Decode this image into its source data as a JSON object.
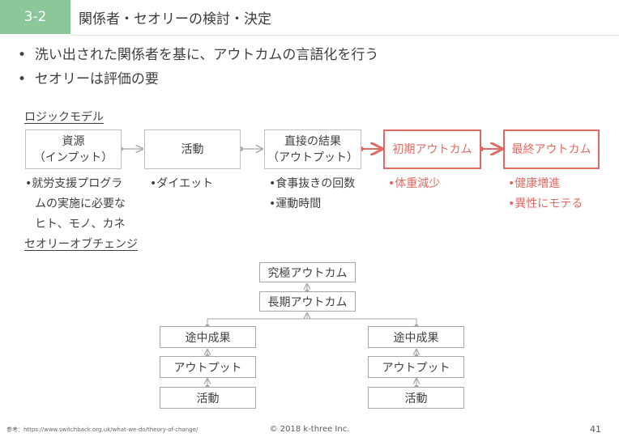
{
  "header": {
    "section": "3-2",
    "title": "関係者・セオリーの検討・決定"
  },
  "bullets": [
    "洗い出された関係者を基に、アウトカムの言語化を行う",
    "セオリーは評価の要"
  ],
  "logic_model": {
    "label": "ロジックモデル",
    "boxes": [
      "資源\n（インプット）",
      "活動",
      "直接の結果\n（アウトプット）",
      "初期アウトカム",
      "最終アウトカム"
    ],
    "notes": {
      "resources": [
        "•就労支援プログラ",
        "ムの実施に必要な",
        "ヒト、モノ、カネ"
      ],
      "activity": [
        "•ダイエット"
      ],
      "output": [
        "•食事抜きの回数",
        "•運動時間"
      ],
      "initial": [
        "•体重減少"
      ],
      "final": [
        "•健康増進",
        "•異性にモテる"
      ]
    },
    "colors": {
      "highlight": "#e06a63",
      "arrow_gray": "#a6a6a6"
    }
  },
  "theory_of_change": {
    "label": "セオリーオブチェンジ",
    "top": [
      "究極アウトカム",
      "長期アウトカム"
    ],
    "left_chain": [
      "途中成果",
      "アウトプット",
      "活動"
    ],
    "right_chain": [
      "途中成果",
      "アウトプット",
      "活動"
    ]
  },
  "footer": {
    "reference": "参考：https://www.switchback.org.uk/what-we-do/theory-of-change/",
    "copyright": "© 2018 k-three Inc.",
    "page": "41"
  },
  "accent": "#8cc79a"
}
